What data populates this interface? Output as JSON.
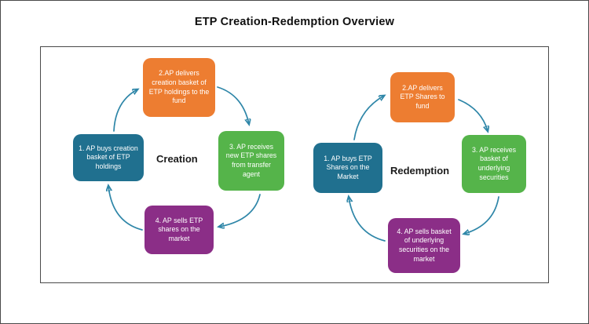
{
  "title": "ETP Creation-Redemption Overview",
  "colors": {
    "orange": "#ED7D31",
    "teal": "#20708F",
    "green": "#55B44A",
    "purple": "#8B2E87",
    "arrow": "#2E86A8"
  },
  "creation": {
    "label": "Creation",
    "steps": [
      {
        "id": 1,
        "color": "teal",
        "text": "1. AP buys creation basket of ETP holdings"
      },
      {
        "id": 2,
        "color": "orange",
        "text": "2.AP delivers creation basket of ETP holdings to the fund"
      },
      {
        "id": 3,
        "color": "green",
        "text": "3. AP receives new ETP shares from transfer agent"
      },
      {
        "id": 4,
        "color": "purple",
        "text": "4. AP sells ETP shares on the market"
      }
    ]
  },
  "redemption": {
    "label": "Redemption",
    "steps": [
      {
        "id": 1,
        "color": "teal",
        "text": "1. AP buys ETP Shares on the Market"
      },
      {
        "id": 2,
        "color": "orange",
        "text": "2.AP delivers ETP Shares to fund"
      },
      {
        "id": 3,
        "color": "green",
        "text": "3. AP receives basket of underlying securities"
      },
      {
        "id": 4,
        "color": "purple",
        "text": "4. AP sells basket of underlying securities on the market"
      }
    ]
  }
}
